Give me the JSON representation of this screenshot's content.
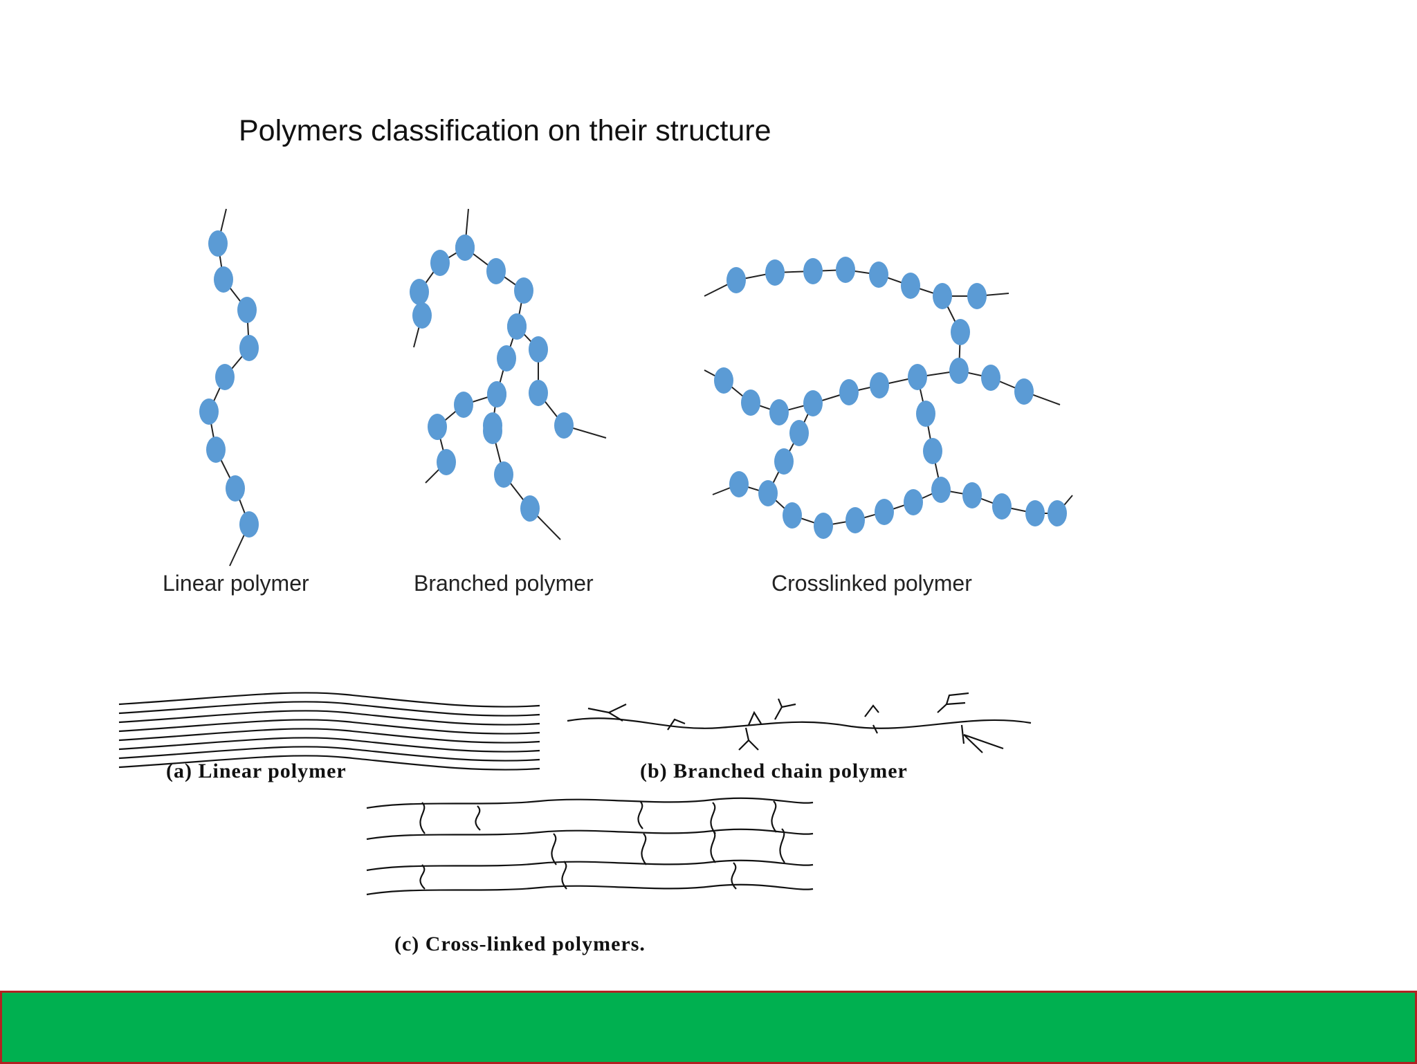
{
  "slide": {
    "title": "Polymers classification on their structure"
  },
  "top_figure": {
    "labels": {
      "linear": "Linear polymer",
      "branched": "Branched polymer",
      "crosslinked": "Crosslinked polymer"
    },
    "bead_color": "#5b9bd5"
  },
  "bottom_figure": {
    "labels": {
      "linear": "(a) Linear polymer",
      "branched": "(b) Branched chain polymer",
      "crosslinked": "(c) Cross-linked polymers."
    }
  },
  "footer": {
    "color": "#00b050",
    "border_color": "#b22222"
  }
}
